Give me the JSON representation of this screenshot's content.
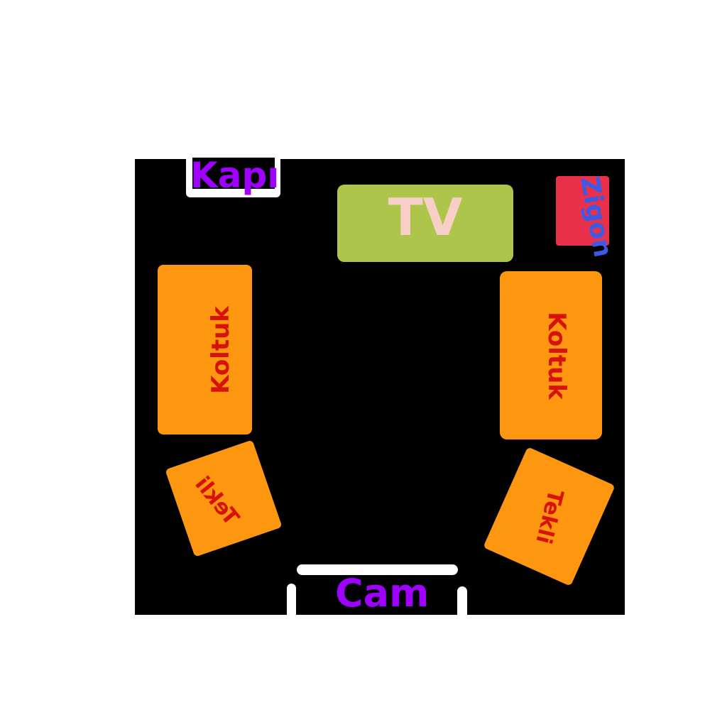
{
  "door": {
    "label": "Kapı"
  },
  "tv": {
    "label": "TV"
  },
  "side_table": {
    "label": "Zigon"
  },
  "sofas": [
    {
      "label": "Koltuk"
    },
    {
      "label": "Koltuk"
    }
  ],
  "armchairs": [
    {
      "label": "Tekli"
    },
    {
      "label": "Tekli"
    }
  ],
  "window": {
    "label": "Cam"
  },
  "colors": {
    "room": "#000000",
    "sofa": "#fd9710",
    "sofa_text": "#d6120a",
    "tv": "#adc54a",
    "tv_text": "#f8cfc6",
    "side_table": "#e8304a",
    "side_table_text": "#3a5ae8",
    "label_purple": "#a000ff"
  }
}
